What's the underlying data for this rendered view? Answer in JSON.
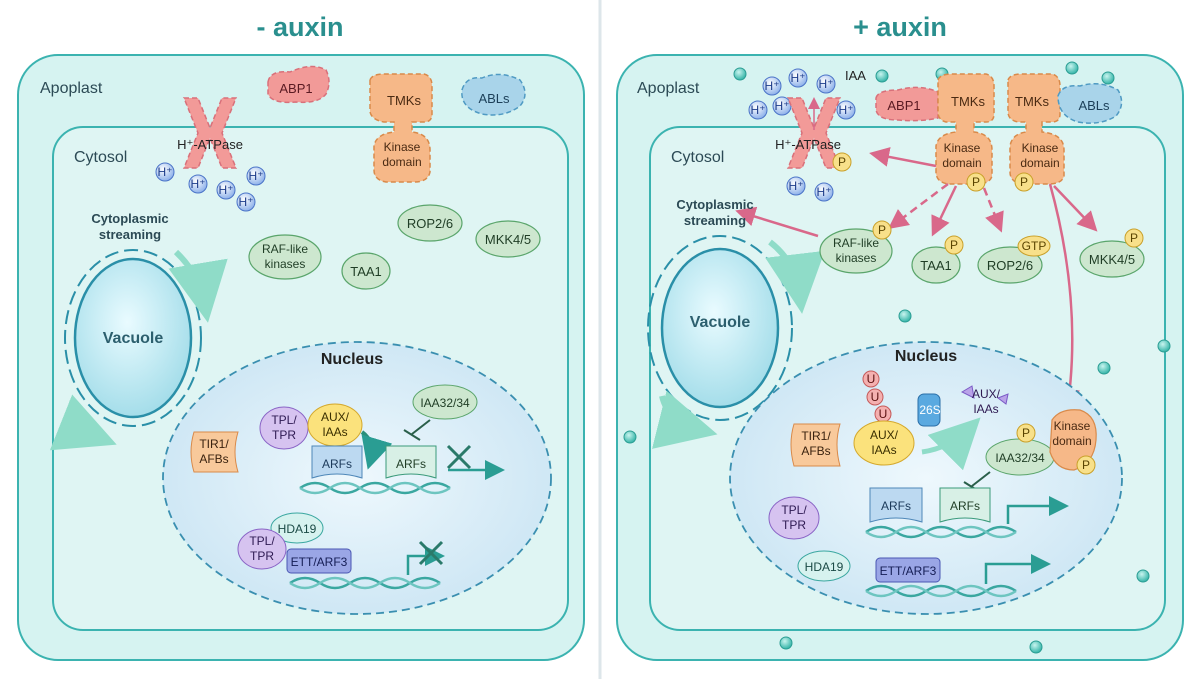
{
  "panels": {
    "left": {
      "title": "- auxin",
      "apoplast": "Apoplast",
      "cytosol": "Cytosol",
      "hatpase": "H⁺-ATPase",
      "abp1": "ABP1",
      "tmks": "TMKs",
      "abls": "ABLs",
      "kinase_domain": [
        "Kinase",
        "domain"
      ],
      "hplus": "H⁺",
      "streaming": [
        "Cytoplasmic",
        "streaming"
      ],
      "vacuole": "Vacuole",
      "raf": [
        "RAF-like",
        "kinases"
      ],
      "taa1": "TAA1",
      "rop": "ROP2/6",
      "mkk": "MKK4/5",
      "nucleus": "Nucleus",
      "tir1": [
        "TIR1/",
        "AFBs"
      ],
      "tpl": [
        "TPL/",
        "TPR"
      ],
      "aux": [
        "AUX/",
        "IAAs"
      ],
      "iaa3234": "IAA32/34",
      "arfs": "ARFs",
      "hda19": "HDA19",
      "ett": "ETT/ARF3"
    },
    "right": {
      "title": "+ auxin",
      "apoplast": "Apoplast",
      "cytosol": "Cytosol",
      "iaa": "IAA",
      "hatpase": "H⁺-ATPase",
      "abp1": "ABP1",
      "tmks": "TMKs",
      "abls": "ABLs",
      "kinase_domain": [
        "Kinase",
        "domain"
      ],
      "hplus": "H⁺",
      "p": "P",
      "gtp": "GTP",
      "streaming": [
        "Cytoplasmic",
        "streaming"
      ],
      "vacuole": "Vacuole",
      "raf": [
        "RAF-like",
        "kinases"
      ],
      "taa1": "TAA1",
      "rop": "ROP2/6",
      "mkk": "MKK4/5",
      "nucleus": "Nucleus",
      "u": "U",
      "s26": "26S",
      "aux_deg": [
        "AUX/",
        "IAAs"
      ],
      "tir1": [
        "TIR1/",
        "AFBs"
      ],
      "aux": [
        "AUX/",
        "IAAs"
      ],
      "iaa3234": "IAA32/34",
      "arfs": "ARFs",
      "tpl": [
        "TPL/",
        "TPR"
      ],
      "hda19": "HDA19",
      "ett": "ETT/ARF3"
    }
  },
  "colors": {
    "title": "#2a8f8e",
    "cell_outer": "#d6f3f1",
    "cell_border": "#3bb3b0",
    "nucleus_fill": "#d4ebf7",
    "protein_green": "#cde7cf",
    "atpase": "#f29a98",
    "tmk": "#f6b888",
    "abl": "#a9d4ea",
    "p_badge": "#f8e08a",
    "arrow": "#d9688a"
  }
}
